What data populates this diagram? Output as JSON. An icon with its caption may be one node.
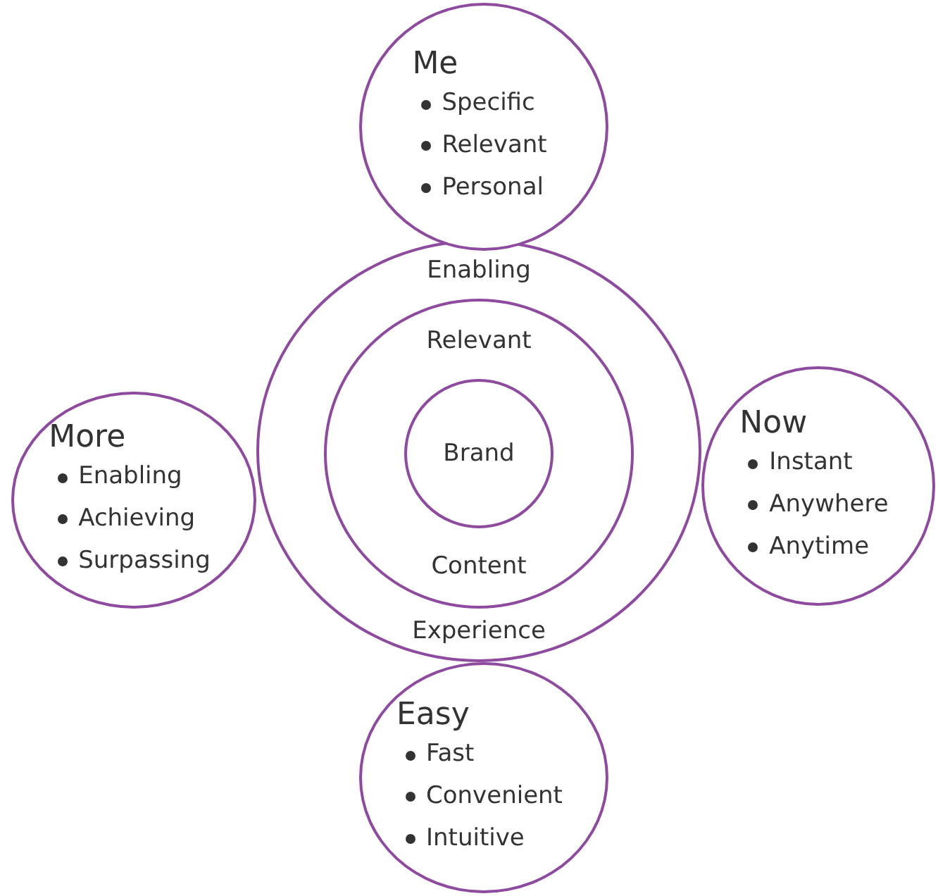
{
  "diagram": {
    "nodes": [
      {
        "text": [
          "Me",
          "Specific",
          "Relevant",
          "Personal"
        ]
      },
      {
        "text": [
          "Enabling",
          "Experience"
        ]
      },
      {
        "text": [
          "Relevant",
          "Content"
        ],
        "in": 1
      },
      {
        "text": [
          "Brand"
        ],
        "in": 2
      },
      {
        "text": [
          "More",
          "Enabling",
          "Achieving",
          "Surpassing"
        ]
      },
      {
        "text": [
          "Now",
          "Instant",
          "Anywhere",
          "Anytime"
        ]
      },
      {
        "text": [
          "Easy",
          "Fast",
          "Convenient",
          "Intuitive"
        ]
      }
    ]
  }
}
